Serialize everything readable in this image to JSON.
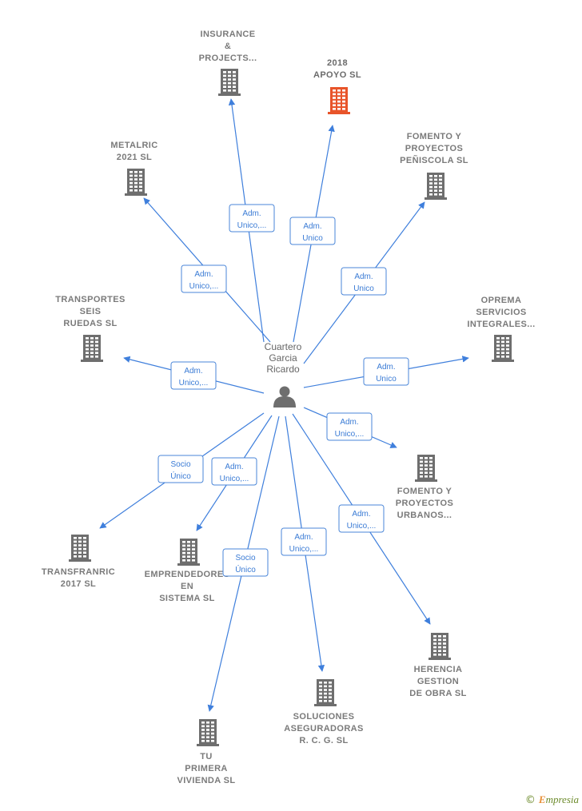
{
  "colors": {
    "edge": "#3f7fdc",
    "building": "#6e6e6e",
    "building_highlight": "#e8542a",
    "person": "#6e6e6e",
    "role_text": "#3a7bd5"
  },
  "center": {
    "name_lines": [
      "Cuartero",
      "Garcia",
      "Ricardo"
    ],
    "icon": "person-icon"
  },
  "companies": [
    {
      "id": "insurance",
      "lines": [
        "INSURANCE",
        "&",
        "PROJECTS..."
      ],
      "role": [
        "Adm.",
        "Unico,..."
      ],
      "icon": "building-icon"
    },
    {
      "id": "apoyo",
      "lines": [
        "2018",
        "APOYO  SL"
      ],
      "role": [
        "Adm.",
        "Unico"
      ],
      "icon": "building-icon",
      "highlight": true
    },
    {
      "id": "fomento-peniscola",
      "lines": [
        "FOMENTO Y",
        "PROYECTOS",
        "PEÑISCOLA  SL"
      ],
      "role": [
        "Adm.",
        "Unico"
      ],
      "icon": "building-icon"
    },
    {
      "id": "metalric",
      "lines": [
        "METALRIC",
        "2021  SL"
      ],
      "role": [
        "Adm.",
        "Unico,..."
      ],
      "icon": "building-icon"
    },
    {
      "id": "transportes",
      "lines": [
        "TRANSPORTES",
        "SEIS",
        "RUEDAS  SL"
      ],
      "role": [
        "Adm.",
        "Unico,..."
      ],
      "icon": "building-icon"
    },
    {
      "id": "oprema",
      "lines": [
        "OPREMA",
        "SERVICIOS",
        "INTEGRALES..."
      ],
      "role": [
        "Adm.",
        "Unico"
      ],
      "icon": "building-icon"
    },
    {
      "id": "fomento-urbanos",
      "lines": [
        "FOMENTO Y",
        "PROYECTOS",
        "URBANOS..."
      ],
      "role": [
        "Adm.",
        "Unico,..."
      ],
      "icon": "building-icon"
    },
    {
      "id": "transfranric",
      "lines": [
        "TRANSFRANRIC",
        "2017  SL"
      ],
      "role": [
        "Socio",
        "Único"
      ],
      "icon": "building-icon"
    },
    {
      "id": "emprendedores",
      "lines": [
        "EMPRENDEDORES",
        "EN",
        "SISTEMA  SL"
      ],
      "role": [
        "Adm.",
        "Unico,..."
      ],
      "icon": "building-icon"
    },
    {
      "id": "herencia",
      "lines": [
        "HERENCIA",
        "GESTION",
        "DE OBRA  SL"
      ],
      "role": [
        "Adm.",
        "Unico,..."
      ],
      "icon": "building-icon"
    },
    {
      "id": "soluciones",
      "lines": [
        "SOLUCIONES",
        "ASEGURADORAS",
        "R.  C. G.  SL"
      ],
      "role": [
        "Adm.",
        "Unico,..."
      ],
      "icon": "building-icon"
    },
    {
      "id": "tu-primera",
      "lines": [
        "TU",
        "PRIMERA",
        "VIVIENDA  SL"
      ],
      "role": [
        "Socio",
        "Único"
      ],
      "icon": "building-icon"
    }
  ],
  "footer": {
    "copyright": "©",
    "brand_first": "E",
    "brand_rest": "mpresia"
  }
}
